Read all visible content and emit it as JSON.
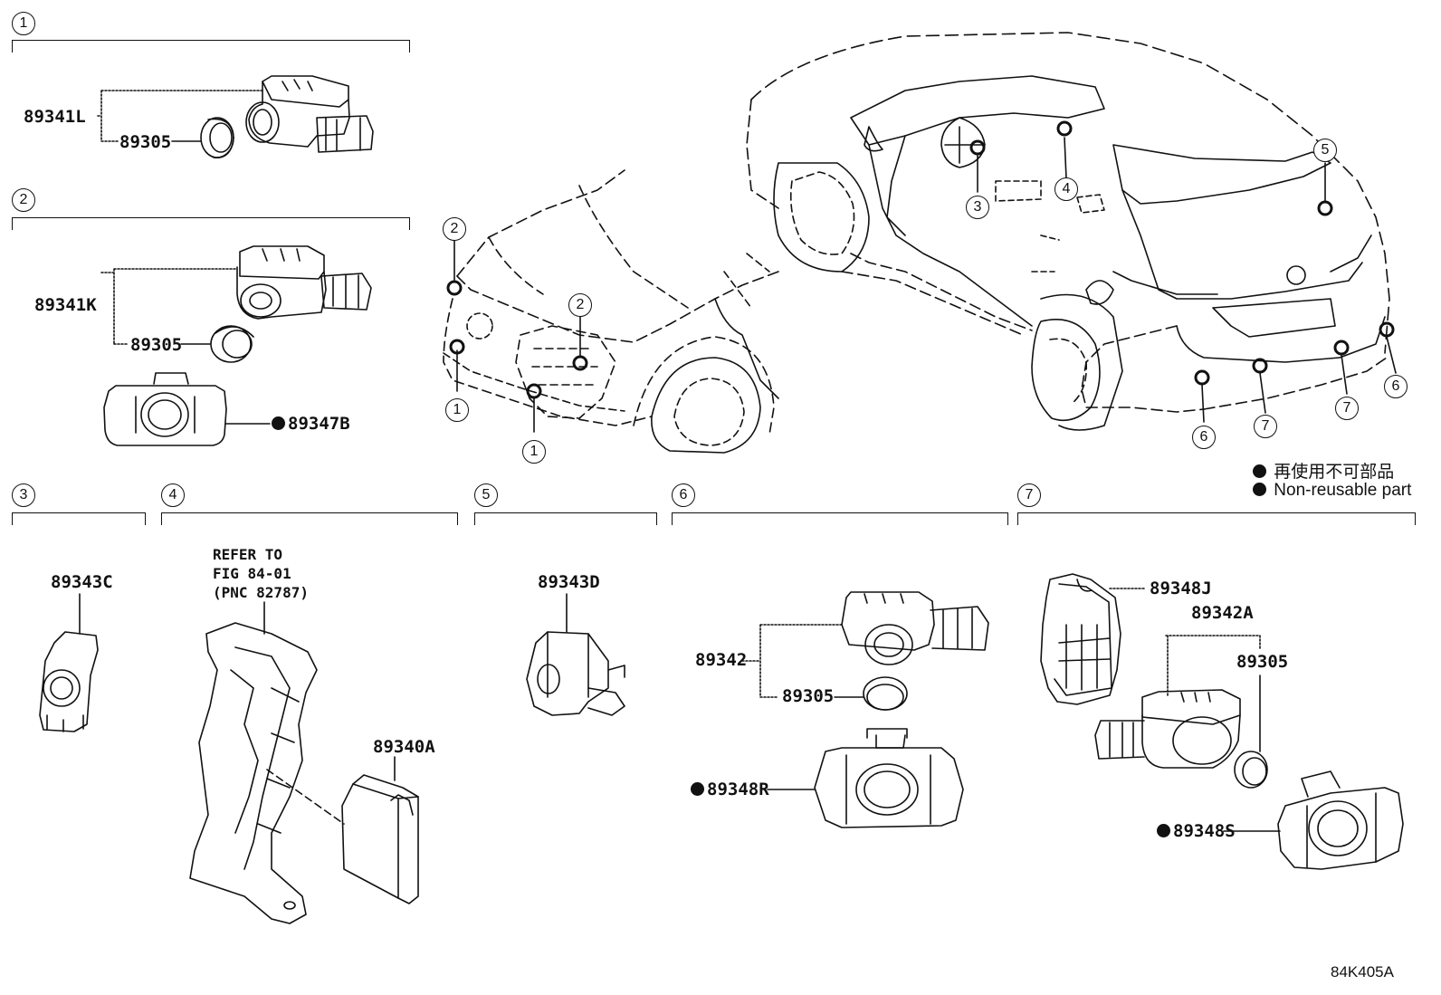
{
  "sections": [
    {
      "id": "1",
      "label": "1"
    },
    {
      "id": "2",
      "label": "2"
    },
    {
      "id": "3",
      "label": "3"
    },
    {
      "id": "4",
      "label": "4"
    },
    {
      "id": "5",
      "label": "5"
    },
    {
      "id": "6",
      "label": "6"
    },
    {
      "id": "7",
      "label": "7"
    }
  ],
  "parts": {
    "s1_sensor": "89341L",
    "s1_retainer": "89305",
    "s2_sensor": "89341K",
    "s2_retainer": "89305",
    "s2_cover": "89347B",
    "s3_sensor": "89343C",
    "s4_module": "89340A",
    "s5_sensor": "89343D",
    "s6_sensor": "89342",
    "s6_retainer": "89305",
    "s6_cover": "89348R",
    "s7_bracket": "89348J",
    "s7_sensor": "89342A",
    "s7_retainer": "89305",
    "s7_cover": "89348S"
  },
  "refer_note": "REFER TO\nFIG 84-01\n(PNC 82787)",
  "legend": {
    "jp": "再使用不可部品",
    "en": "Non-reusable part"
  },
  "callouts": [
    "2",
    "1",
    "2",
    "1",
    "1",
    "3",
    "4",
    "5",
    "6",
    "7",
    "7",
    "6"
  ],
  "figure_code": "84K405A"
}
